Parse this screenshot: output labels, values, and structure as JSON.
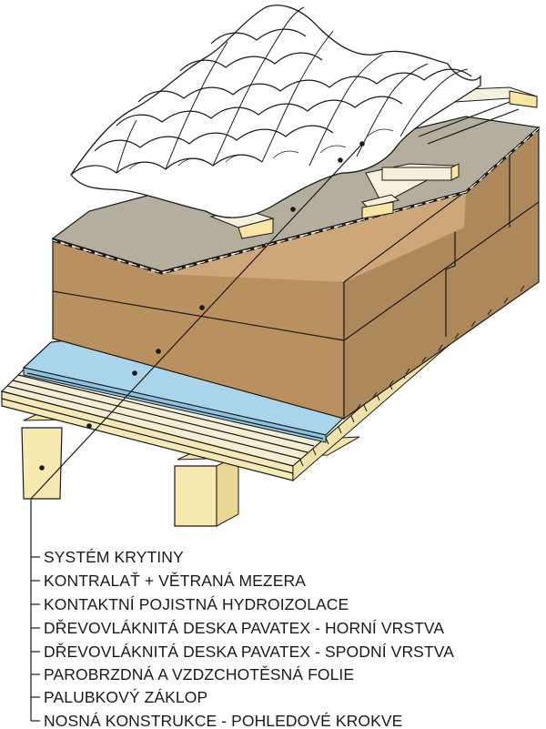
{
  "diagram": {
    "layers": [
      "SYSTÉM KRYTINY",
      "KONTRALAŤ + VĚTRANÁ MEZERA",
      "KONTAKTNÍ POJISTNÁ HYDROIZOLACE",
      "DŘEVOVLÁKNITÁ DESKA PAVATEX - HORNÍ VRSTVA",
      "DŘEVOVLÁKNITÁ DESKA PAVATEX - SPODNÍ VRSTVA",
      "PAROBRZDNÁ A VZDZCHOTĚSNÁ FOLIE",
      "PALUBKOVÝ ZÁKLOP",
      "NOSNÁ KONSTRUKCE - POHLEDOVÉ KROKVE"
    ],
    "colors": {
      "roof_tile": "#ffffff",
      "membrane": "#b3ae9e",
      "pavatex_top": "#cda777",
      "pavatex_front": "#b8915f",
      "pavatex_right": "#ad885a",
      "vapour_foil": "#a9d5ec",
      "boarding": "#f4efd2",
      "rafter": "#f7e9b0",
      "counter_batten": "#f5f1dc"
    }
  }
}
